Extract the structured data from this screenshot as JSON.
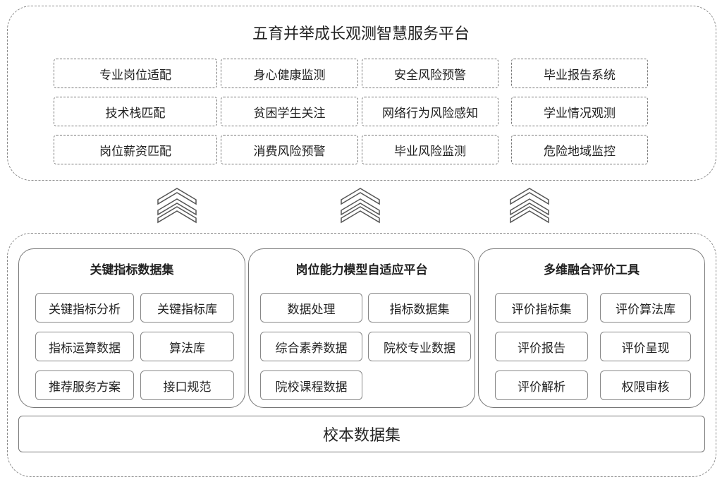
{
  "top": {
    "title": "五育并举成长观测智慧服务平台",
    "columns": [
      [
        "专业岗位适配",
        "技术栈匹配",
        "岗位薪资匹配"
      ],
      [
        "身心健康监测",
        "贫困学生关注",
        "消费风险预警"
      ],
      [
        "安全风险预警",
        "网络行为风险感知",
        "毕业风险监测"
      ],
      [
        "毕业报告系统",
        "学业情况观测",
        "危险地域监控"
      ]
    ]
  },
  "arrows": [
    "up-chevron",
    "up-chevron",
    "up-chevron"
  ],
  "bottom": {
    "panels": [
      {
        "title": "关键指标数据集",
        "items": [
          "关键指标分析",
          "关键指标库",
          "指标运算数据",
          "算法库",
          "推荐服务方案",
          "接口规范"
        ]
      },
      {
        "title": "岗位能力模型自适应平台",
        "items": [
          "数据处理",
          "指标数据集",
          "综合素养数据",
          "院校专业数据",
          "院校课程数据"
        ]
      },
      {
        "title": "多维融合评价工具",
        "items": [
          "评价指标集",
          "评价算法库",
          "评价报告",
          "评价呈现",
          "评价解析",
          "权限审核"
        ]
      }
    ],
    "base": "校本数据集"
  }
}
